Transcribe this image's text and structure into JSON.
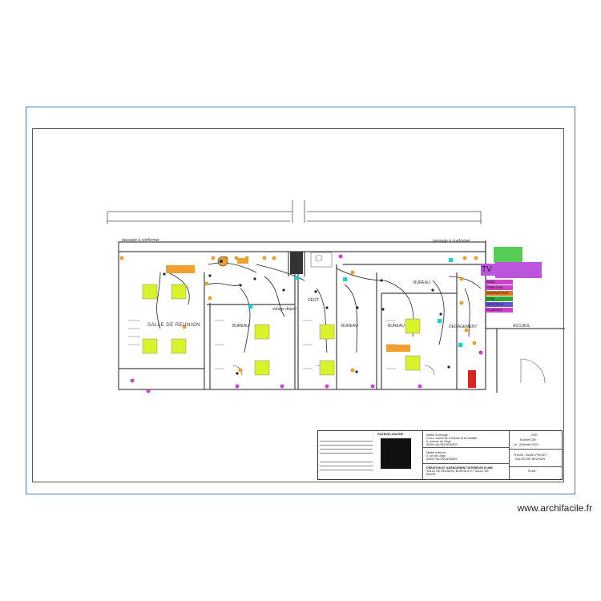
{
  "plan": {
    "top_corridor_left": "passage à conformer",
    "top_corridor_right": "passage à conformer",
    "room_main": "SALLE DE REUNION",
    "room_2": "BUREAU",
    "room_3": "BUREAU",
    "room_4": "BUREAU",
    "room_5": "BUREAU",
    "room_sas": "vitrage dépoli",
    "room_degt": "DEGT",
    "room_right": "DEGAGEMENT",
    "room_far_right": "ACCUEIL",
    "note_tv": "TV"
  },
  "legend_tags": [
    {
      "text": "PRISE ÉLECTRIQUE",
      "color": "#cc44cc"
    },
    {
      "text": "PRISE RJ45",
      "color": "#cc44cc"
    },
    {
      "text": "INTERRUPTEUR",
      "color": "#dd7722"
    },
    {
      "text": "PRISE TÉLÉPHONE",
      "color": "#33aa33"
    },
    {
      "text": "DÉTECTEUR",
      "color": "#6655cc"
    },
    {
      "text": "ÉCLAIRAGE",
      "color": "#cc44cc"
    }
  ],
  "title_block": {
    "company": "FAITEUR | MAITRE",
    "client_line1": "Maître d'ouvrage :",
    "client_line2": "C.M.C. Accès de l'Homme et la mobilité",
    "client_line3": "5, avenue de Liège",
    "client_line4": "59300 VALENCIENNES",
    "arch_line1": "Maître d'œuvre :",
    "arch_line2": "9, rue de Liège",
    "arch_line3": "59300 VALENCIENNES",
    "project_line1": "CRÉATION ET AGENCEMENT INTÉRIEUR D'UNE",
    "project_line2": "SALLE DE REUNION, BUREAUX ET SALLE DE",
    "project_line3": "PAUSE",
    "ref_label": "DCE",
    "ref_scale": "Échelle 1/50",
    "ref_date": "Le : 28 février 2024",
    "phase": "PHASE : AVANT-PROJET",
    "phase2": "SALLES DE RÉUNION",
    "doc_type": "PLAN"
  },
  "watermark": "www.archifacile.fr"
}
